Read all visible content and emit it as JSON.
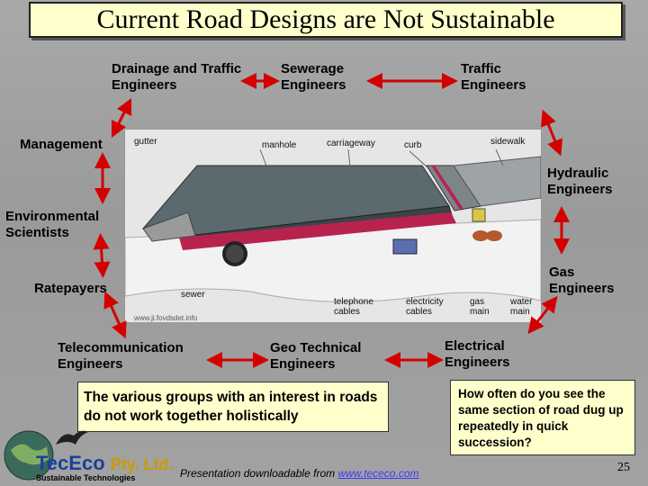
{
  "title": "Current Road Designs are Not Sustainable",
  "groups": {
    "drainage": "Drainage and Traffic Engineers",
    "sewerage": "Sewerage Engineers",
    "traffic": "Traffic Engineers",
    "management": "Management",
    "hydraulic": "Hydraulic Engineers",
    "environmental": "Environmental Scientists",
    "gas": "Gas Engineers",
    "ratepayers": "Ratepayers",
    "telecom": "Telecommunication Engineers",
    "geotech": "Geo Technical Engineers",
    "electrical": "Electrical Engineers"
  },
  "diagram_labels": {
    "gutter": "gutter",
    "manhole": "manhole",
    "carriageway": "carriageway",
    "curb": "curb",
    "sidewalk": "sidewalk",
    "sewer": "sewer",
    "telephone": "telephone cables",
    "electricity": "electricity cables",
    "gas": "gas main",
    "water": "water main",
    "source": "www.ji.fovdsdet.info"
  },
  "boxes": {
    "holistic": "The various groups with an interest in roads do not work together holistically",
    "dug": "How often do you see the same section of road dug up repeatedly in quick succession?"
  },
  "logo": {
    "tec": "Tec",
    "eco": "Eco",
    "pty": "Pty. Ltd.",
    "sub": "Sustainable Technologies"
  },
  "footer": {
    "text": "Presentation downloadable from ",
    "link": "www.tececo.com"
  },
  "page_number": "25",
  "colors": {
    "arrow": "#d40000",
    "title_bg": "#ffffcc",
    "link": "#3a3aff"
  }
}
